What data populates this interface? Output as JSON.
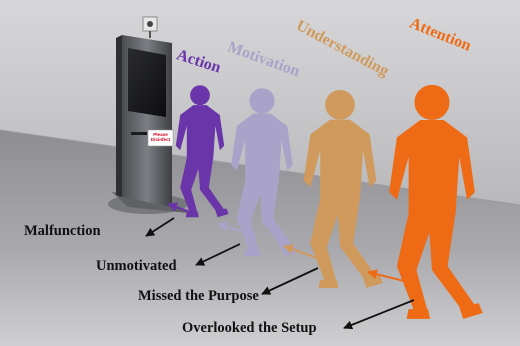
{
  "stages": [
    {
      "label": "Action",
      "color": "#6a35a8"
    },
    {
      "label": "Motivation",
      "color": "#a9a3c9"
    },
    {
      "label": "Understanding",
      "color": "#cf9a5c"
    },
    {
      "label": "Attention",
      "color": "#ee6a14"
    }
  ],
  "failures": [
    {
      "label": "Malfunction"
    },
    {
      "label": "Unmotivated"
    },
    {
      "label": "Missed the Purpose"
    },
    {
      "label": "Overlooked the Setup"
    }
  ],
  "kiosk": {
    "sign_line1": "Please",
    "sign_line2": "Disinfect"
  }
}
